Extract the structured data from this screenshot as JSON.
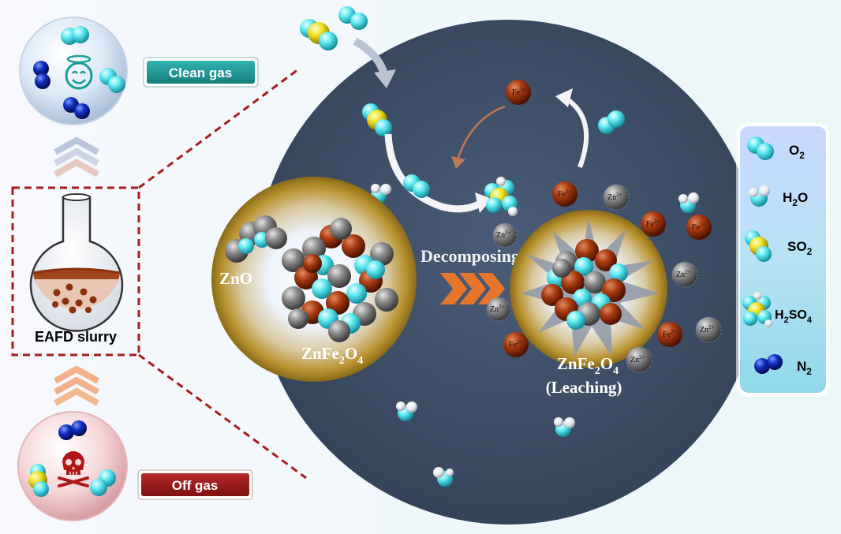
{
  "left_panel": {
    "clean_gas_label": "Clean gas",
    "off_gas_label": "Off gas",
    "slurry_label": "EAFD slurry"
  },
  "center": {
    "zno_label": "ZnO",
    "process_label": "Decomposing",
    "left_particle": {
      "base": "ZnFe",
      "sub1": "2",
      "mid": "O",
      "sub2": "4"
    },
    "right_particle": {
      "base": "ZnFe",
      "sub1": "2",
      "mid": "O",
      "sub2": "4",
      "note": "(Leaching)"
    },
    "ions": {
      "fe_base": "Fe",
      "fe_charge": "2+",
      "zn_base": "Zn",
      "zn_charge": "2+"
    }
  },
  "legend": {
    "items": [
      {
        "base": "O",
        "sub": "2",
        "after": "",
        "sub2": ""
      },
      {
        "base": "H",
        "sub": "2",
        "after": "O",
        "sub2": ""
      },
      {
        "base": "SO",
        "sub": "2",
        "after": "",
        "sub2": ""
      },
      {
        "base": "H",
        "sub": "2",
        "after": "SO",
        "sub2": "4"
      },
      {
        "base": "N",
        "sub": "2",
        "after": "",
        "sub2": ""
      }
    ]
  },
  "colors": {
    "background": "#f4f7fb",
    "big_circle": "#3f5068",
    "clean_badge": "#1f9a98",
    "off_badge": "#9b1c1c",
    "dash_line": "#a51d1d",
    "o2_cyan": "#5ce8f0",
    "n2_blue": "#1030c0",
    "so2_yellow": "#f0e020",
    "fe_brown": "#a83a10",
    "zn_gray": "#8a8a8a",
    "arrow_orange": "#e8762a",
    "legend_panel": "#a9dff0"
  },
  "icons": [
    "smile-icon",
    "skull-icon",
    "flask-icon",
    "curved-arrow-icon",
    "chevron-arrow-icon"
  ]
}
